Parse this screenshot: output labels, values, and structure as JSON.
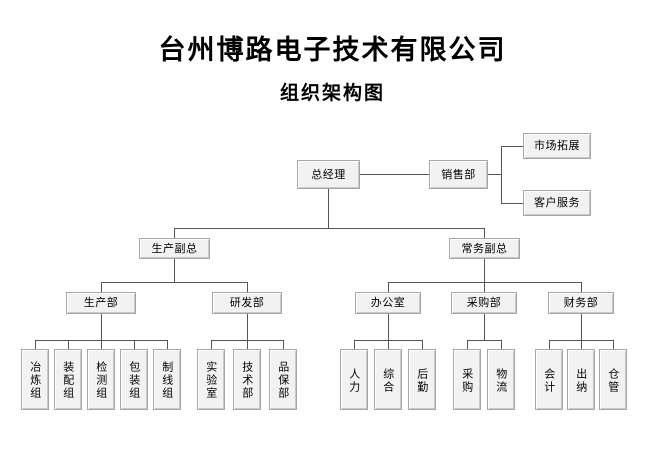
{
  "document": {
    "title": "台州博路电子技术有限公司",
    "subtitle": "组织架构图"
  },
  "chart_type": "org-chart",
  "nodes": {
    "general_manager": "总经理",
    "sales_dept": "销售部",
    "sales_children": [
      "市场拓展",
      "客户服务"
    ],
    "vp_production": "生产副总",
    "vp_executive": "常务副总",
    "dept_production": "生产部",
    "dept_rd": "研发部",
    "dept_office": "办公室",
    "dept_purchasing": "采购部",
    "dept_finance": "财务部",
    "production_groups": [
      "冶炼组",
      "装配组",
      "检测组",
      "包装组",
      "制线组"
    ],
    "rd_groups": [
      "实验室",
      "技术部",
      "品保部"
    ],
    "office_groups": [
      "人力",
      "综合",
      "后勤"
    ],
    "purchasing_groups": [
      "采购",
      "物流"
    ],
    "finance_groups": [
      "会计",
      "出纳",
      "仓管"
    ]
  },
  "colors": {
    "box_fill": "#f2f2f2",
    "box_border": "#a6a6a6",
    "line": "#555555",
    "text": "#000000",
    "background": "#ffffff"
  }
}
